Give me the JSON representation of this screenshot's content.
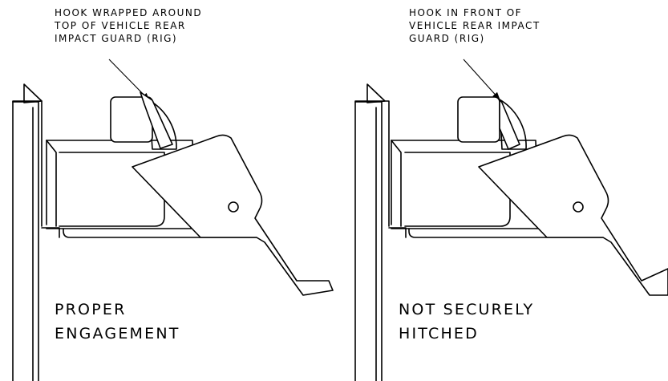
{
  "panels": [
    {
      "callout_lines": [
        "HOOK WRAPPED AROUND",
        "TOP OF VEHICLE REAR",
        "IMPACT GUARD (RIG)"
      ],
      "label_lines": [
        "PROPER",
        "ENGAGEMENT"
      ]
    },
    {
      "callout_lines": [
        "HOOK IN FRONT OF",
        "VEHICLE REAR IMPACT",
        "GUARD (RIG)"
      ],
      "label_lines": [
        "NOT SECURELY",
        "HITCHED"
      ]
    }
  ]
}
